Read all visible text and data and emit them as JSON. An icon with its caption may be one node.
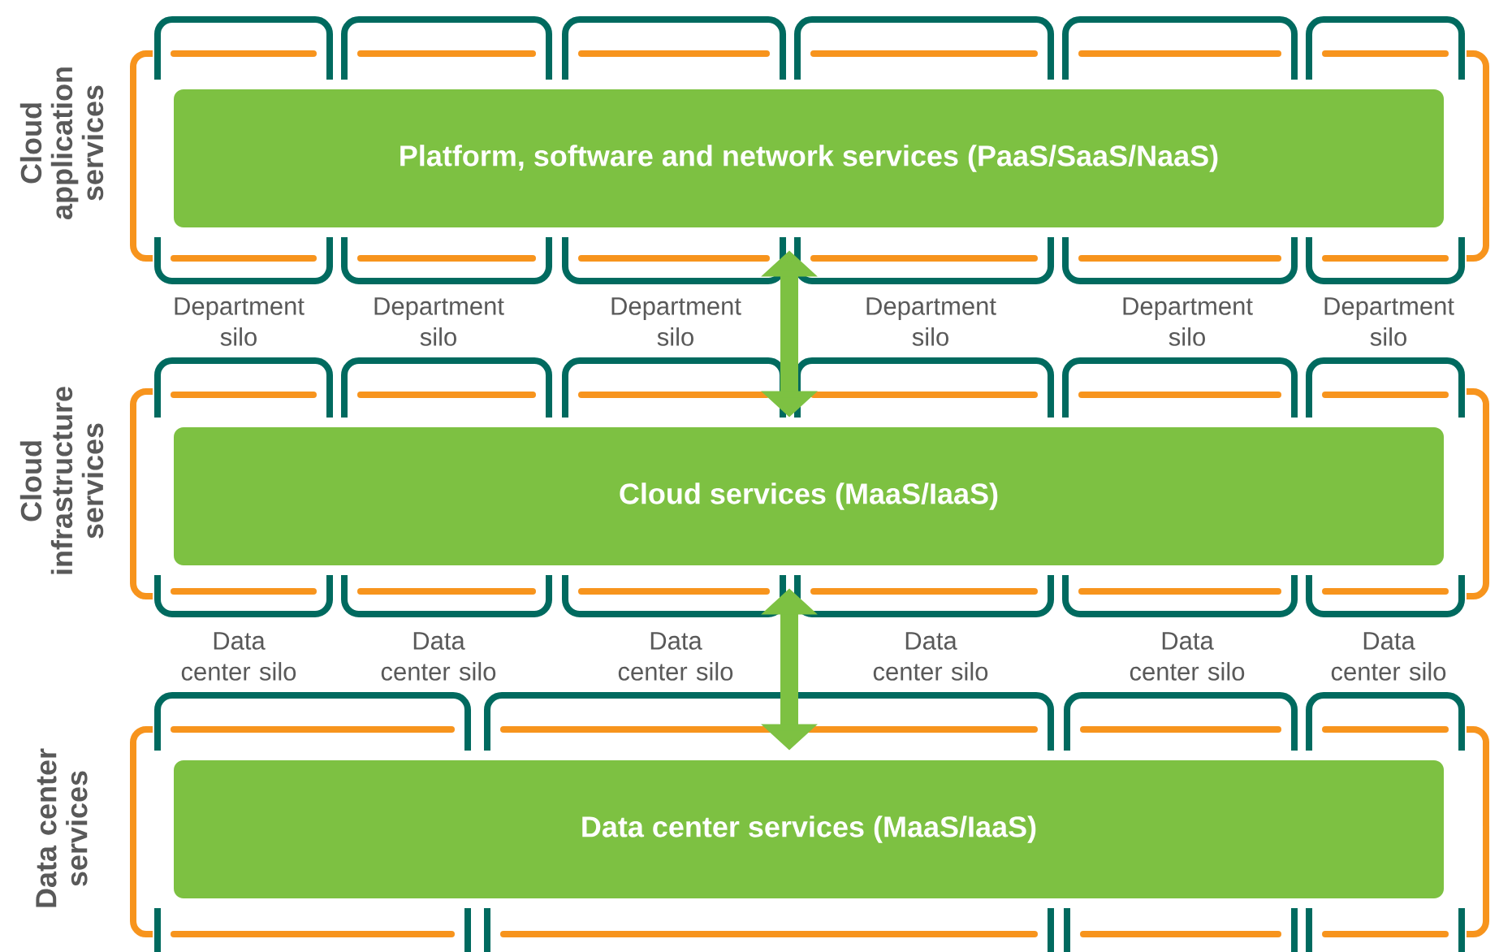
{
  "diagram": {
    "nodes": [
      {
        "text": [
          "Platform, software and network services (PaaS/SaaS/NaaS)"
        ]
      },
      {
        "text": [
          "Cloud services (MaaS/IaaS)"
        ]
      },
      {
        "text": [
          "Data center services (MaaS/IaaS)"
        ]
      }
    ],
    "edges": [
      {
        "from": 0,
        "to": 1,
        "arrow": "both"
      },
      {
        "from": 1,
        "to": 2,
        "arrow": "both"
      }
    ],
    "labels": [
      "Cloud application services",
      "Department silo",
      "Department silo",
      "Department silo",
      "Department silo",
      "Department silo",
      "Department silo",
      "Cloud infrastructure services",
      "Data center silo",
      "Data center silo",
      "Data center silo",
      "Data center silo",
      "Data center silo",
      "Data center silo",
      "Data center services"
    ]
  }
}
